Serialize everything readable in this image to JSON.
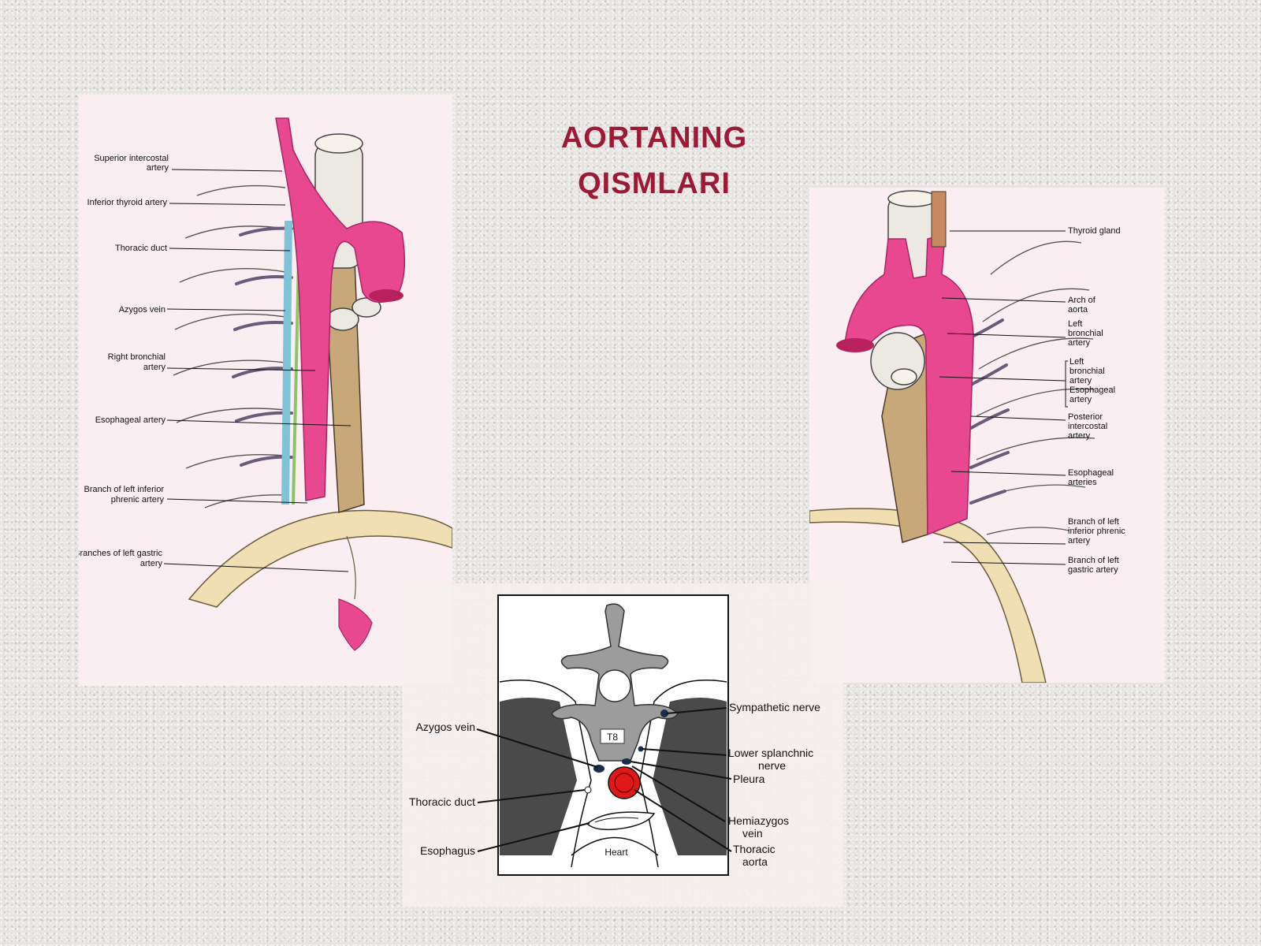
{
  "slide": {
    "title_lines": [
      "AORTANING",
      "QISMLARI"
    ]
  },
  "colors": {
    "title": "#9c1a36",
    "aorta": "#e8488f",
    "azygos": "#7fc4d6",
    "esophagus": "#c8a878",
    "marker": "#e01818"
  },
  "left_diagram": {
    "labels": [
      {
        "lines": [
          "Superior intercostal",
          "artery"
        ]
      },
      {
        "lines": [
          "Inferior thyroid artery"
        ]
      },
      {
        "lines": [
          "Thoracic duct"
        ]
      },
      {
        "lines": [
          "Azygos vein"
        ]
      },
      {
        "lines": [
          "Right bronchial",
          "artery"
        ]
      },
      {
        "lines": [
          "Esophageal artery"
        ]
      },
      {
        "lines": [
          "Branch of left inferior",
          "phrenic artery"
        ]
      },
      {
        "lines": [
          "Branches of left gastric",
          "artery"
        ]
      }
    ]
  },
  "right_diagram": {
    "labels": [
      {
        "lines": [
          "Thyroid gland"
        ]
      },
      {
        "lines": [
          "Arch of",
          "aorta"
        ]
      },
      {
        "lines": [
          "Left",
          "bronchial",
          "artery"
        ]
      },
      {
        "lines": [
          "Left",
          "bronchial",
          "artery",
          "Esophageal",
          "artery"
        ]
      },
      {
        "lines": [
          "Posterior",
          "intercostal",
          "artery"
        ]
      },
      {
        "lines": [
          "Esophageal",
          "arteries"
        ]
      },
      {
        "lines": [
          "Branch of left",
          "inferior phrenic",
          "artery"
        ]
      },
      {
        "lines": [
          "Branch of left",
          "gastric artery"
        ]
      }
    ]
  },
  "cross_section": {
    "vertebra_label": "T8",
    "heart_label": "Heart",
    "left_labels": [
      {
        "lines": [
          "Azygos vein"
        ]
      },
      {
        "lines": [
          "Thoracic duct"
        ]
      },
      {
        "lines": [
          "Esophagus"
        ]
      }
    ],
    "right_labels": [
      {
        "lines": [
          "Sympathetic nerve"
        ]
      },
      {
        "lines": [
          "Lower splanchnic",
          "nerve"
        ]
      },
      {
        "lines": [
          "Pleura"
        ]
      },
      {
        "lines": [
          "Hemiazygos",
          "vein"
        ]
      },
      {
        "lines": [
          "Thoracic",
          "aorta"
        ]
      }
    ]
  }
}
